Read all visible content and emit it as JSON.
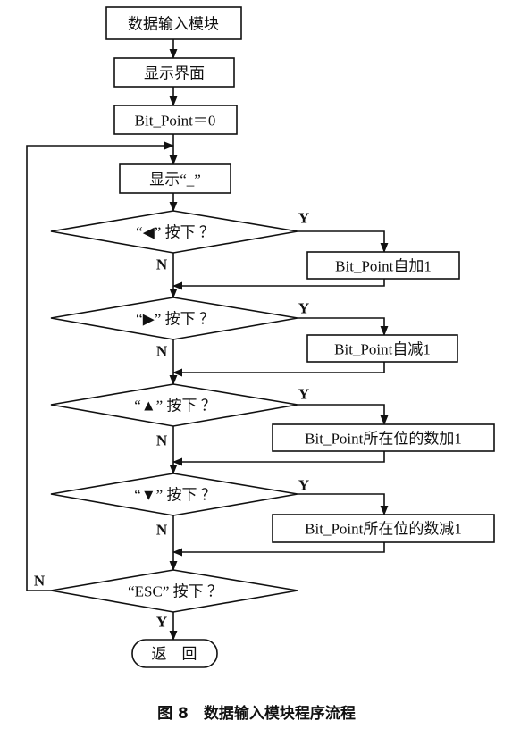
{
  "flowchart": {
    "nodes": {
      "start": "数据输入模块",
      "show_ui": "显示界面",
      "init": "Bit_Point＝0",
      "show_cursor": "显示“_”",
      "left_check": "“◀” 按下 ？",
      "left_action": "Bit_Point自加1",
      "right_check": "“▶” 按下 ？",
      "right_action": "Bit_Point自减1",
      "up_check": "“▲” 按下 ？",
      "up_action": "Bit_Point所在位的数加1",
      "down_check": "“▼” 按下 ？",
      "down_action": "Bit_Point所在位的数减1",
      "esc_check": "“ESC” 按下 ？",
      "return": "返　回"
    },
    "labels": {
      "yes": "Y",
      "no": "N"
    },
    "caption": "图 8　数据输入模块程序流程"
  }
}
